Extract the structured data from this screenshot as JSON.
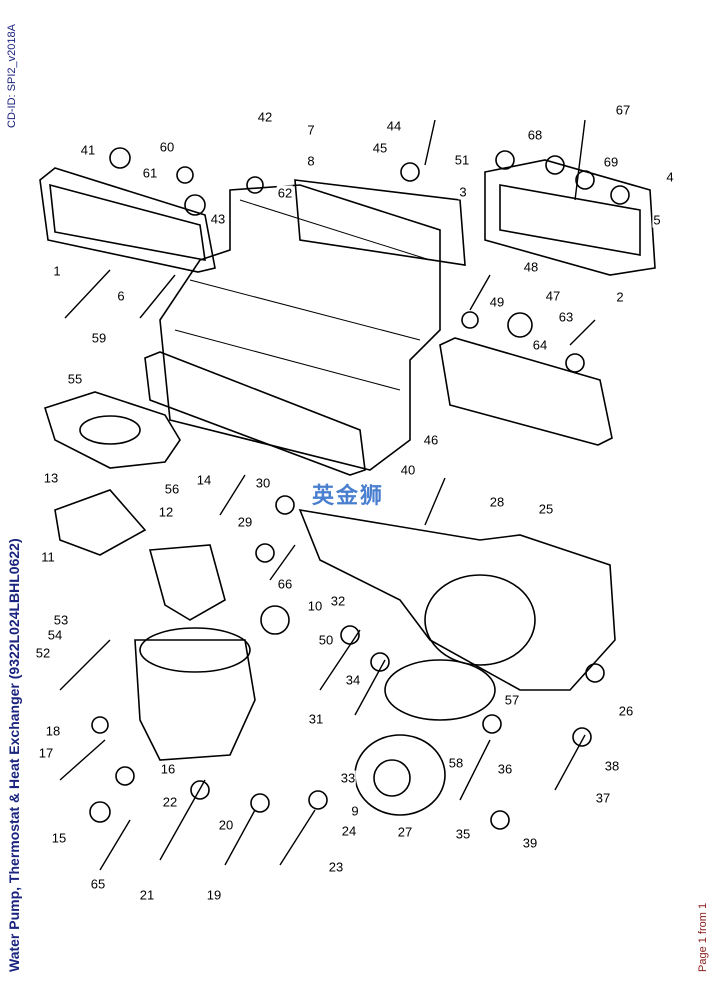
{
  "header": {
    "cd_id": "CD-ID: SPI2_v2018A",
    "title": "Water Pump, Thermostat & Heat Exchanger (9322L024LBHL0622)",
    "page": "Page 1 from 1"
  },
  "watermark": "英金狮",
  "callouts": [
    "41",
    "60",
    "42",
    "7",
    "44",
    "45",
    "51",
    "68",
    "67",
    "69",
    "4",
    "61",
    "62",
    "8",
    "43",
    "3",
    "5",
    "1",
    "6",
    "59",
    "48",
    "2",
    "49",
    "47",
    "63",
    "64",
    "55",
    "46",
    "56",
    "40",
    "13",
    "14",
    "30",
    "28",
    "25",
    "12",
    "29",
    "11",
    "66",
    "10",
    "50",
    "32",
    "53",
    "54",
    "52",
    "34",
    "57",
    "26",
    "31",
    "18",
    "58",
    "36",
    "38",
    "17",
    "16",
    "33",
    "37",
    "22",
    "9",
    "20",
    "24",
    "35",
    "39",
    "27",
    "15",
    "65",
    "21",
    "19",
    "23"
  ]
}
